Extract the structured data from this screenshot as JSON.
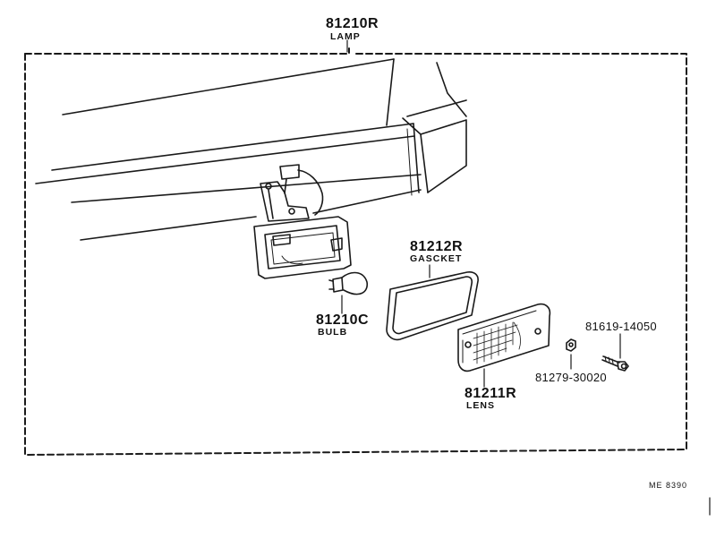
{
  "parts": {
    "lamp": {
      "number": "81210R",
      "name": "LAMP"
    },
    "gasket": {
      "number": "81212R",
      "name": "GASCKET"
    },
    "bulb": {
      "number": "81210C",
      "name": "BULB"
    },
    "lens": {
      "number": "81211R",
      "name": "LENS"
    },
    "screw": {
      "number": "81619-14050"
    },
    "nut": {
      "number": "81279-30020"
    }
  },
  "drawing_code": "ME 8390"
}
